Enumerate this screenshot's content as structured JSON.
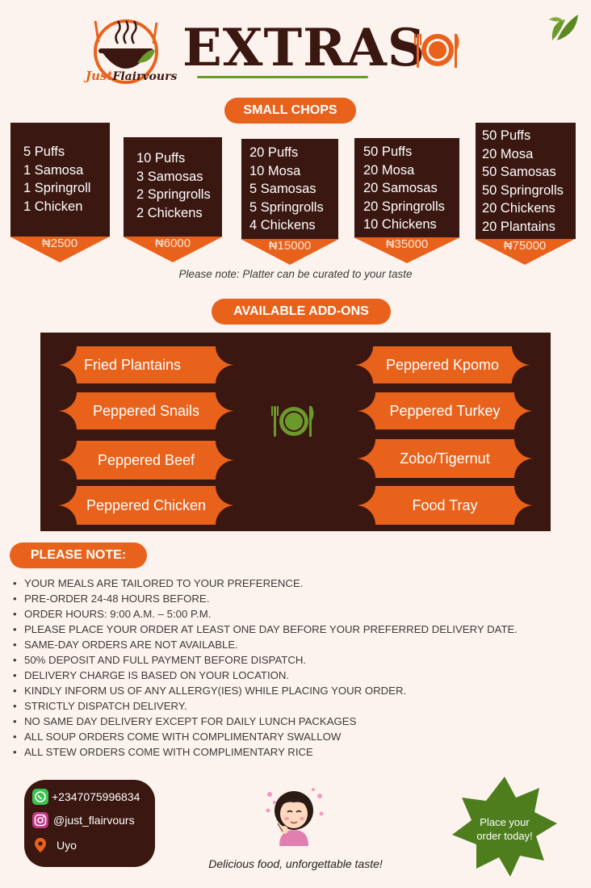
{
  "header": {
    "logo_text_1": "Just",
    "logo_text_2": "Flairvours",
    "title": "EXTRAS"
  },
  "small_chops": {
    "label": "SMALL CHOPS",
    "packages": [
      {
        "items": [
          "5 Puffs",
          "1 Samosa",
          "1 Springroll",
          "1 Chicken"
        ],
        "price": "₦2500"
      },
      {
        "items": [
          "10 Puffs",
          "3 Samosas",
          "2 Springrolls",
          "2 Chickens"
        ],
        "price": "₦6000"
      },
      {
        "items": [
          "20 Puffs",
          "10 Mosa",
          "5 Samosas",
          "5 Springrolls",
          "4 Chickens"
        ],
        "price": "₦15000"
      },
      {
        "items": [
          "50 Puffs",
          "20 Mosa",
          "20 Samosas",
          "20 Springrolls",
          "10 Chickens"
        ],
        "price": "₦35000"
      },
      {
        "items": [
          "50 Puffs",
          "20 Mosa",
          "50 Samosas",
          "50 Springrolls",
          "20 Chickens",
          "20 Plantains"
        ],
        "price": "₦75000"
      }
    ],
    "note": "Please note: Platter can be curated to your taste"
  },
  "addons": {
    "label": "AVAILABLE ADD-ONS",
    "left": [
      "Fried Plantains",
      "Peppered Snails",
      "Peppered Beef",
      "Peppered Chicken"
    ],
    "right": [
      "Peppered Kpomo",
      "Peppered Turkey",
      "Zobo/Tigernut",
      "Food Tray"
    ]
  },
  "notes": {
    "label": "PLEASE NOTE:",
    "items": [
      "YOUR MEALS ARE TAILORED TO YOUR PREFERENCE.",
      "PRE-ORDER 24-48 HOURS BEFORE.",
      "ORDER HOURS: 9:00 A.M. – 5:00 P.M.",
      " PLEASE PLACE YOUR ORDER AT LEAST ONE DAY BEFORE YOUR PREFERRED DELIVERY DATE.",
      " SAME-DAY ORDERS ARE NOT AVAILABLE.",
      "50% DEPOSIT AND FULL PAYMENT BEFORE DISPATCH.",
      "DELIVERY CHARGE IS BASED ON YOUR LOCATION.",
      "KINDLY INFORM US OF ANY ALLERGY(IES) WHILE PLACING YOUR ORDER.",
      "STRICTLY DISPATCH DELIVERY.",
      "NO SAME DAY DELIVERY EXCEPT FOR DAILY LUNCH PACKAGES",
      "ALL SOUP ORDERS COME WITH COMPLIMENTARY SWALLOW",
      "ALL STEW ORDERS COME WITH COMPLIMENTARY RICE"
    ]
  },
  "contact": {
    "phone": "+2347075996834",
    "instagram": "@just_flairvours",
    "location": "Uyo"
  },
  "footer": {
    "tagline": "Delicious food, unforgettable taste!",
    "cta_line1": "Place your",
    "cta_line2": "order today!"
  },
  "colors": {
    "brown": "#3a1710",
    "orange": "#e8621c",
    "green": "#6a9a2c",
    "background": "#fdf3ee"
  }
}
